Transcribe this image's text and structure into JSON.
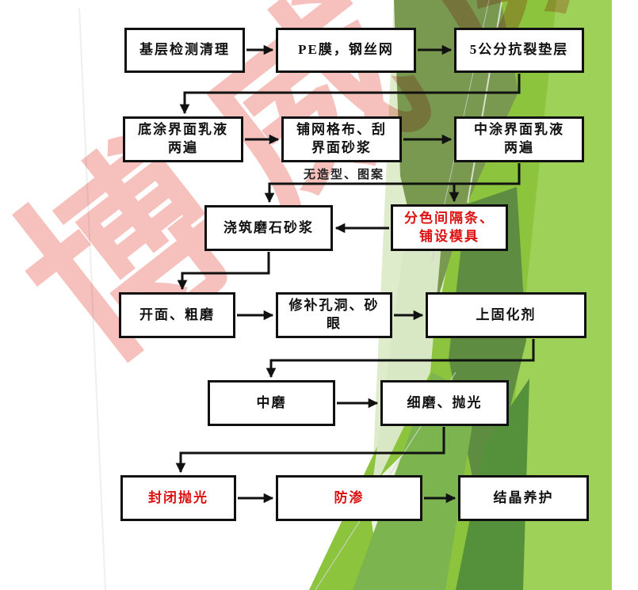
{
  "slide": {
    "colors": {
      "bright_green": "#8cc43e",
      "bright_green_light": "#9ed158",
      "olive_green": "#78994f",
      "dark_green": "#5e8d41",
      "dark_green_deep": "#55913a",
      "medium_green": "#7cb450",
      "pale_green": "#d9e8c4",
      "pale_green_light": "#ecf3e0",
      "box_border": "#111111",
      "red_text": "#dd1111",
      "watermark_pink": "#e8635a"
    },
    "watermark": {
      "text": "博威",
      "chars": [
        "博",
        "威",
        "威"
      ]
    },
    "flowchart": {
      "note_label": "无造型、图案",
      "boxes": [
        {
          "label": "基层检测清理",
          "text_color": "black"
        },
        {
          "label": "PE膜，钢丝网",
          "text_color": "black"
        },
        {
          "label": "5公分抗裂垫层",
          "text_color": "black"
        },
        {
          "label": "底涂界面乳液\n两遍",
          "text_color": "black"
        },
        {
          "label": "铺网格布、刮\n界面砂浆",
          "text_color": "black"
        },
        {
          "label": "中涂界面乳液\n两遍",
          "text_color": "black"
        },
        {
          "label": "浇筑磨石砂浆",
          "text_color": "black"
        },
        {
          "label": "分色间隔条、\n铺设模具",
          "text_color": "red"
        },
        {
          "label": "开面、粗磨",
          "text_color": "black"
        },
        {
          "label": "修补孔洞、砂\n眼",
          "text_color": "black"
        },
        {
          "label": "上固化剂",
          "text_color": "black"
        },
        {
          "label": "中磨",
          "text_color": "black"
        },
        {
          "label": "细磨、抛光",
          "text_color": "black"
        },
        {
          "label": "封闭抛光",
          "text_color": "red"
        },
        {
          "label": "防渗",
          "text_color": "red"
        },
        {
          "label": "结晶养护",
          "text_color": "black"
        }
      ]
    }
  }
}
